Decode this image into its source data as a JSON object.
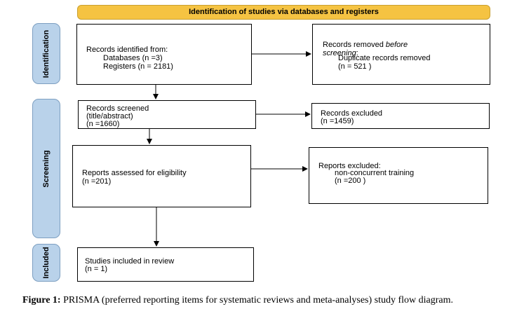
{
  "header": {
    "title": "Identification of studies via databases and registers"
  },
  "stages": {
    "identification": "Identification",
    "screening": "Screening",
    "included": "Included"
  },
  "boxes": {
    "records_identified": {
      "line1": "Records identified from:",
      "line2": "Databases (n =3)",
      "line3": "Registers (n = 2181)"
    },
    "records_removed": {
      "line1_prefix": "Records removed ",
      "line1_italic": "before",
      "line2_italic": "screening",
      "line2_suffix": ":",
      "line3": "Duplicate records removed",
      "line4": "(n = 521 )"
    },
    "records_screened": {
      "line1": "Records screened",
      "line2": "(title/abstract)",
      "line3": "(n =1660)"
    },
    "records_excluded": {
      "line1": "Records excluded",
      "line2": "(n =1459)"
    },
    "reports_assessed": {
      "line1": "Reports assessed for eligibility",
      "line2": "(n =201)"
    },
    "reports_excluded": {
      "line1": "Reports excluded:",
      "line2": "non-concurrent training",
      "line3": "(n =200 )"
    },
    "studies_included": {
      "line1": "Studies included in review",
      "line2": "(n = 1)"
    }
  },
  "caption": {
    "label": "Figure 1:",
    "text": " PRISMA (preferred reporting items for systematic reviews and meta-analyses) study flow diagram."
  }
}
